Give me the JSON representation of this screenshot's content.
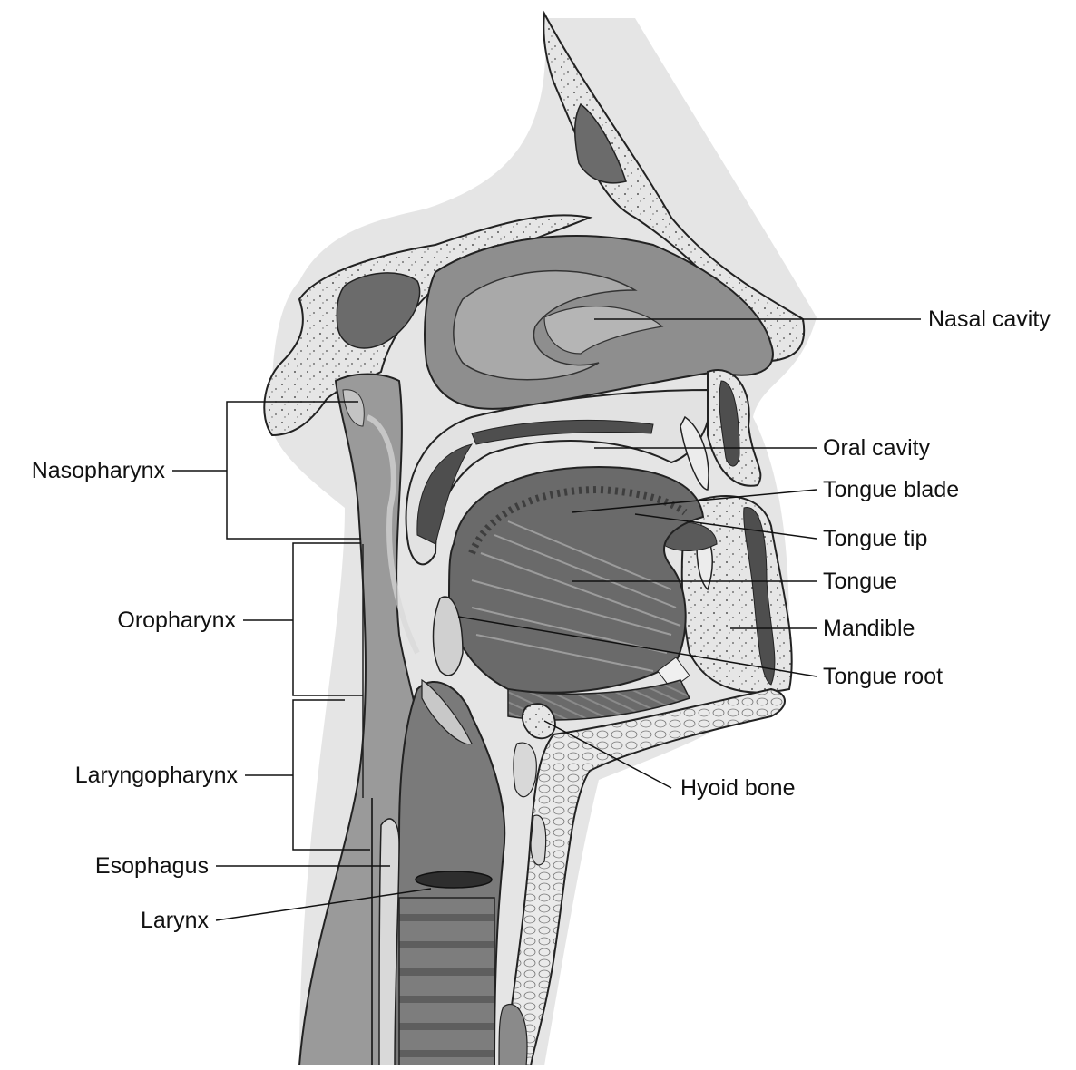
{
  "labels": {
    "nasal_cavity": "Nasal cavity",
    "oral_cavity": "Oral cavity",
    "tongue_blade": "Tongue blade",
    "tongue_tip": "Tongue tip",
    "tongue": "Tongue",
    "mandible": "Mandible",
    "tongue_root": "Tongue root",
    "hyoid_bone": "Hyoid bone",
    "nasopharynx": "Nasopharynx",
    "oropharynx": "Oropharynx",
    "laryngopharynx": "Laryngopharynx",
    "esophagus": "Esophagus",
    "larynx": "Larynx"
  }
}
